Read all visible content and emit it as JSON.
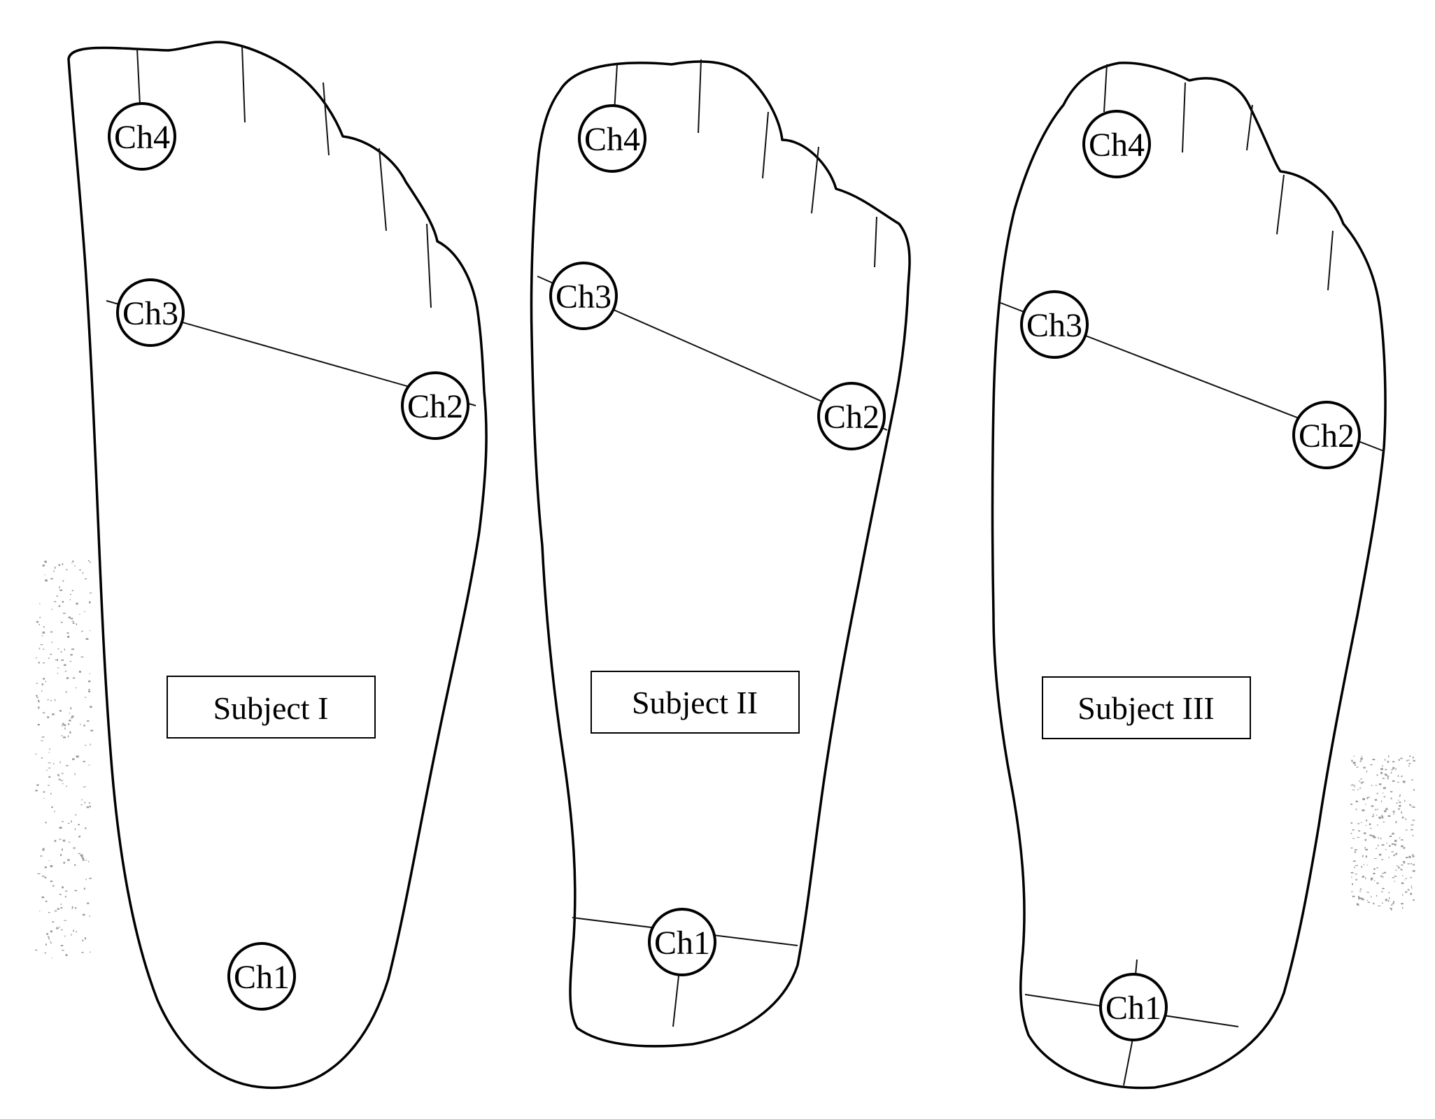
{
  "colors": {
    "outline": "#000000",
    "background": "#ffffff"
  },
  "subjects": [
    {
      "label": "Subject I",
      "channels": [
        "Ch4",
        "Ch3",
        "Ch2",
        "Ch1"
      ]
    },
    {
      "label": "Subject II",
      "channels": [
        "Ch4",
        "Ch3",
        "Ch2",
        "Ch1"
      ]
    },
    {
      "label": "Subject III",
      "channels": [
        "Ch4",
        "Ch3",
        "Ch2",
        "Ch1"
      ]
    }
  ]
}
